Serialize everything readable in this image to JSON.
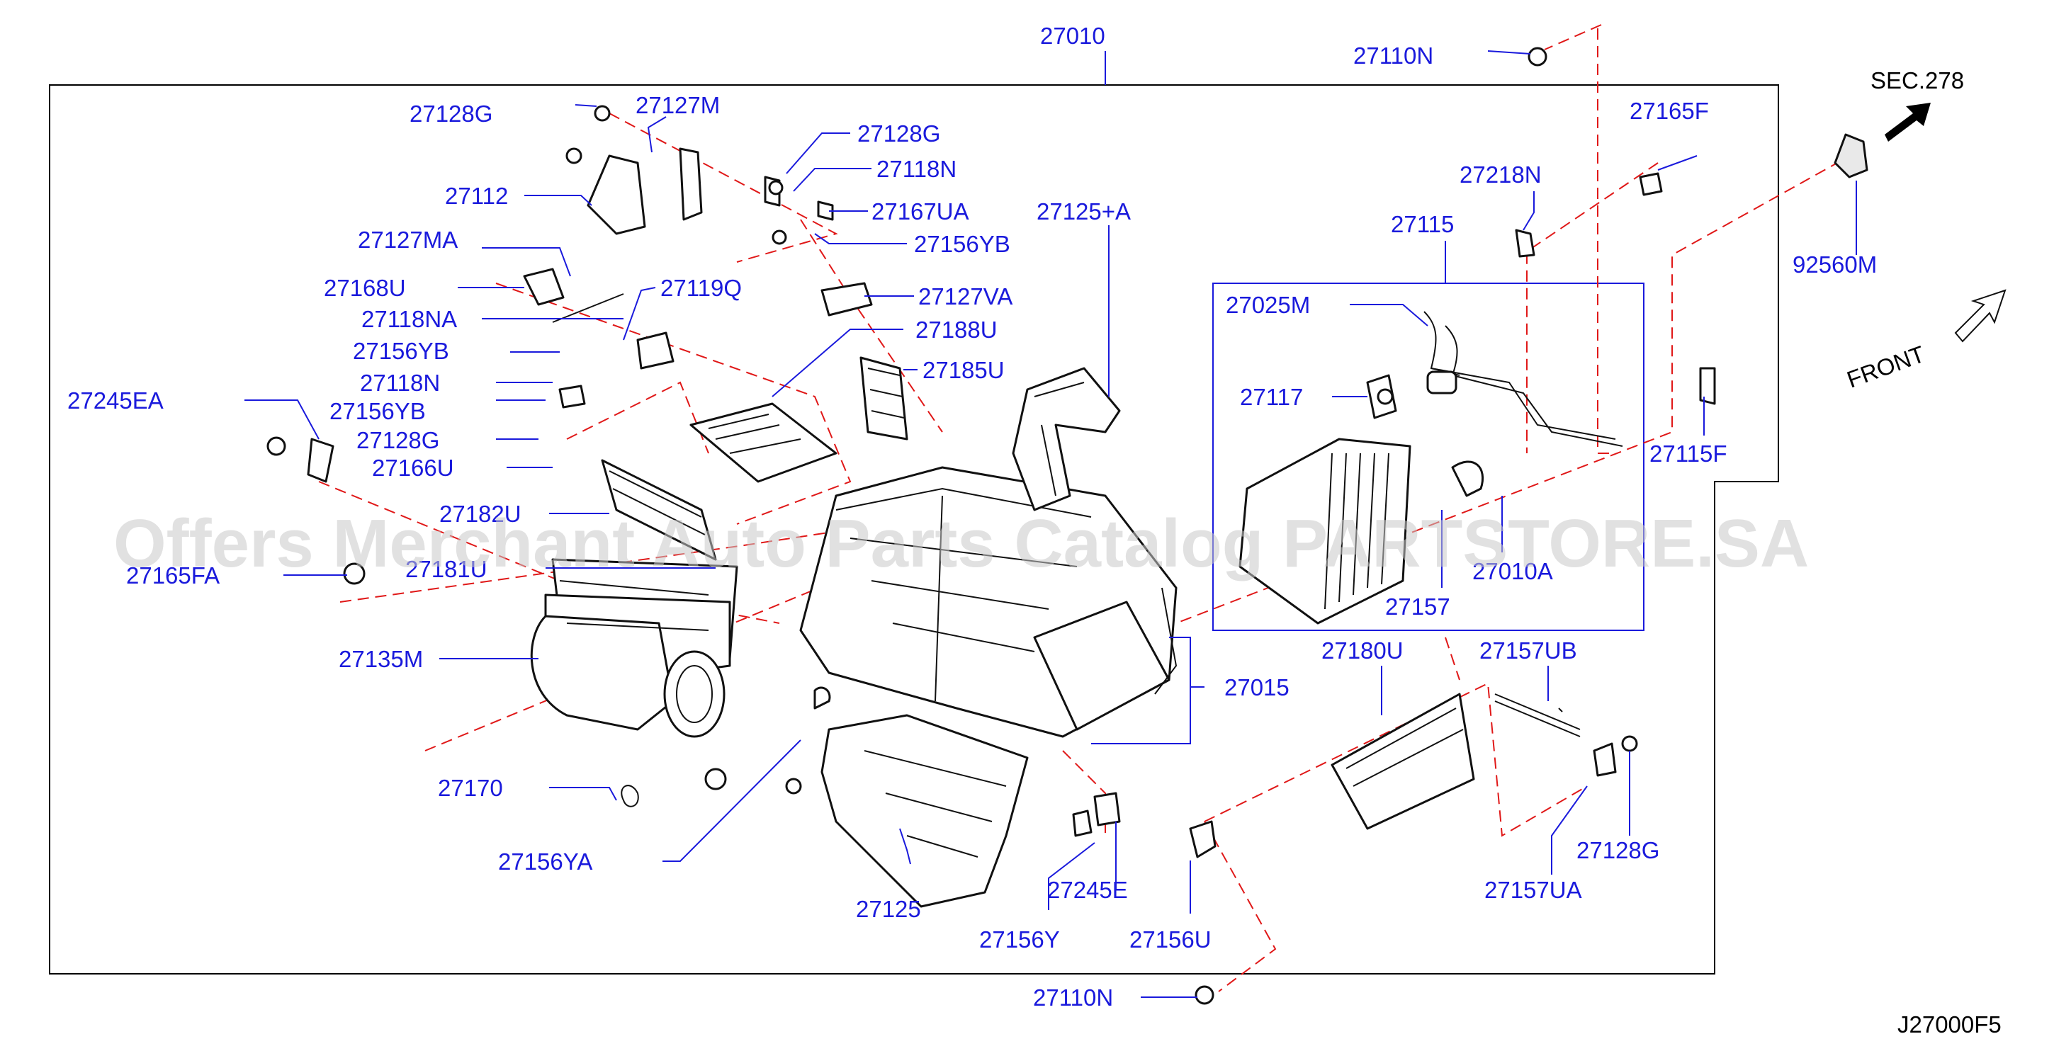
{
  "diagram": {
    "code": "J27000F5",
    "sec_ref": "SEC.278",
    "front_label": "FRONT",
    "watermark": "Offers Merchant Auto Parts Catalog PARTSTORE.SA",
    "callouts": [
      "27010",
      "27110N",
      "27128G",
      "27127M",
      "27112",
      "27127MA",
      "27168U",
      "27118NA",
      "27119Q",
      "27156YB",
      "27118N",
      "27156YB",
      "27245EA",
      "27128G",
      "27166U",
      "27182U",
      "27181U",
      "27165FA",
      "27135M",
      "27170",
      "27156YA",
      "27128G",
      "27118N",
      "27167UA",
      "27156YB",
      "27127VA",
      "27188U",
      "27185U",
      "27125+A",
      "27125",
      "27245E",
      "27156Y",
      "27156U",
      "27110N",
      "27015",
      "27218N",
      "27115",
      "27165F",
      "92560M",
      "27025M",
      "27117",
      "27157",
      "27010A",
      "27115F",
      "27180U",
      "27157UB",
      "27128G",
      "27157UA"
    ]
  }
}
